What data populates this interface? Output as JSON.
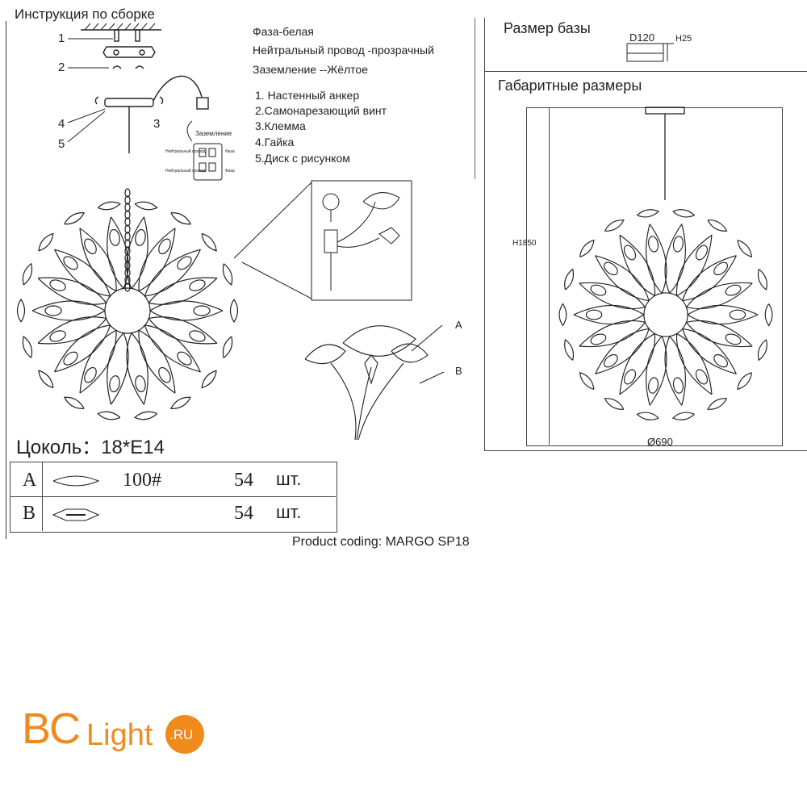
{
  "header": {
    "title": "Инструкция по сборке"
  },
  "wiring": {
    "phase": "Фаза-белая",
    "neutral": "Нейтральный провод -прозрачный",
    "ground": "Заземление --Жёлтое"
  },
  "parts": [
    "1. Настенный анкер",
    "2.Самонарезающий винт",
    "3.Клемма",
    "4.Гайка",
    "5.Диск с рисунком"
  ],
  "callouts": [
    "1",
    "2",
    "3",
    "4",
    "5"
  ],
  "terminal": {
    "title": "Заземление",
    "labels": [
      "Нейтральный провод",
      "Нейтральный провод",
      "Фаза",
      "Фаза"
    ]
  },
  "detail_labels": {
    "a": "A",
    "b": "B"
  },
  "socket": "Цоколь：18*E14",
  "legend": [
    {
      "letter": "A",
      "code": "100#",
      "qty": "54",
      "unit": "шт."
    },
    {
      "letter": "B",
      "code": "",
      "qty": "54",
      "unit": "шт."
    }
  ],
  "base": {
    "title": "Размер базы",
    "diameter": "D120",
    "height": "H25"
  },
  "dimensions": {
    "title": "Габаритные размеры",
    "height": "H1850",
    "diameter": "Ø690"
  },
  "product": "Product coding: MARGO SP18",
  "logo": {
    "bc": "BC",
    "light": "Light",
    "ru": ".RU"
  },
  "colors": {
    "logo_orange": "#f08a1c",
    "ink": "#222222"
  }
}
